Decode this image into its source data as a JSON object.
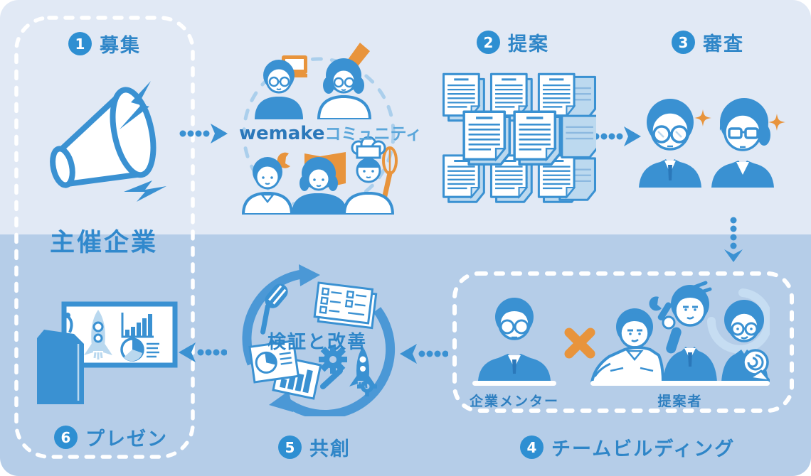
{
  "palette": {
    "background_top": "#e1e9f5",
    "background_bottom": "#b5cde8",
    "primary_blue": "#3a91d2",
    "text_blue": "#2f86c8",
    "light_blue": "#b9d8ef",
    "accent_orange": "#e8943c",
    "white": "#ffffff"
  },
  "host": {
    "label": "主催企業"
  },
  "steps": [
    {
      "num": "1",
      "label": "募集"
    },
    {
      "num": "2",
      "label": "提案"
    },
    {
      "num": "3",
      "label": "審査"
    },
    {
      "num": "4",
      "label": "チームビルディング"
    },
    {
      "num": "5",
      "label": "共創"
    },
    {
      "num": "6",
      "label": "プレゼン"
    }
  ],
  "community": {
    "name_en": "wemake",
    "name_ja": "コミュニティ"
  },
  "team_building": {
    "mentor_label": "企業メンター",
    "proposer_label": "提案者"
  },
  "co_creation": {
    "cycle_label": "検証と改善"
  },
  "icons": [
    "megaphone-icon",
    "lightning-icon",
    "community-dashed-circle",
    "laptop-person-icon",
    "pencil-person-icon",
    "wrench-person-icon",
    "book-person-icon",
    "chef-person-icon",
    "documents-stack-icon",
    "judges-icon",
    "sparkle-icon",
    "mentor-icon",
    "cross-icon",
    "team-icon",
    "cycle-arrows-icon",
    "microphone-icon",
    "survey-cards-icon",
    "charts-icon",
    "gear-icon",
    "rocket-icon",
    "podium-icon",
    "presentation-screen-icon",
    "dotted-arrow-icon"
  ]
}
